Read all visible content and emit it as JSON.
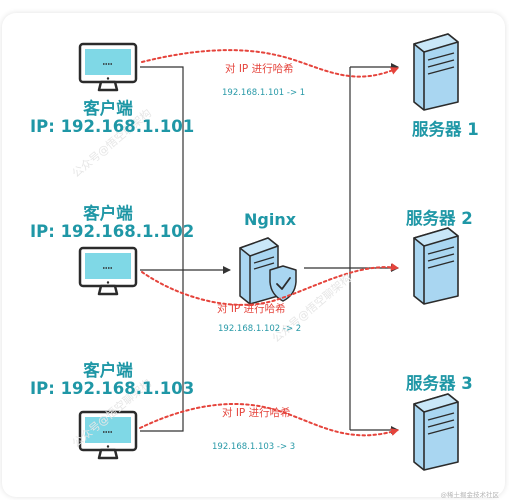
{
  "clients": [
    {
      "name": "客户端",
      "ip": "IP: 192.168.1.101"
    },
    {
      "name": "客户端",
      "ip": "IP: 192.168.1.102"
    },
    {
      "name": "客户端",
      "ip": "IP: 192.168.1.103"
    }
  ],
  "nginx": {
    "label": "Nginx"
  },
  "servers": [
    {
      "name": "服务器 1"
    },
    {
      "name": "服务器 2"
    },
    {
      "name": "服务器 3"
    }
  ],
  "flows": [
    {
      "hash_label": "对 IP 进行哈希",
      "mapping": "192.168.1.101 -> 1"
    },
    {
      "hash_label": "对 IP 进行哈希",
      "mapping": "192.168.1.102 -> 2"
    },
    {
      "hash_label": "对 IP 进行哈希",
      "mapping": "192.168.1.103 -> 3"
    }
  ],
  "watermarks": [
    "公众号@悟空聊架构",
    "公众号@悟空聊架构",
    "公众号@悟空聊架构"
  ],
  "credit": "@稀土掘金技术社区",
  "colors": {
    "primary": "#1f97a6",
    "arrow": "#333333",
    "hash": "#e5443c",
    "monitor_screen": "#7fd8e6",
    "server_body": "#a9d6f1"
  }
}
